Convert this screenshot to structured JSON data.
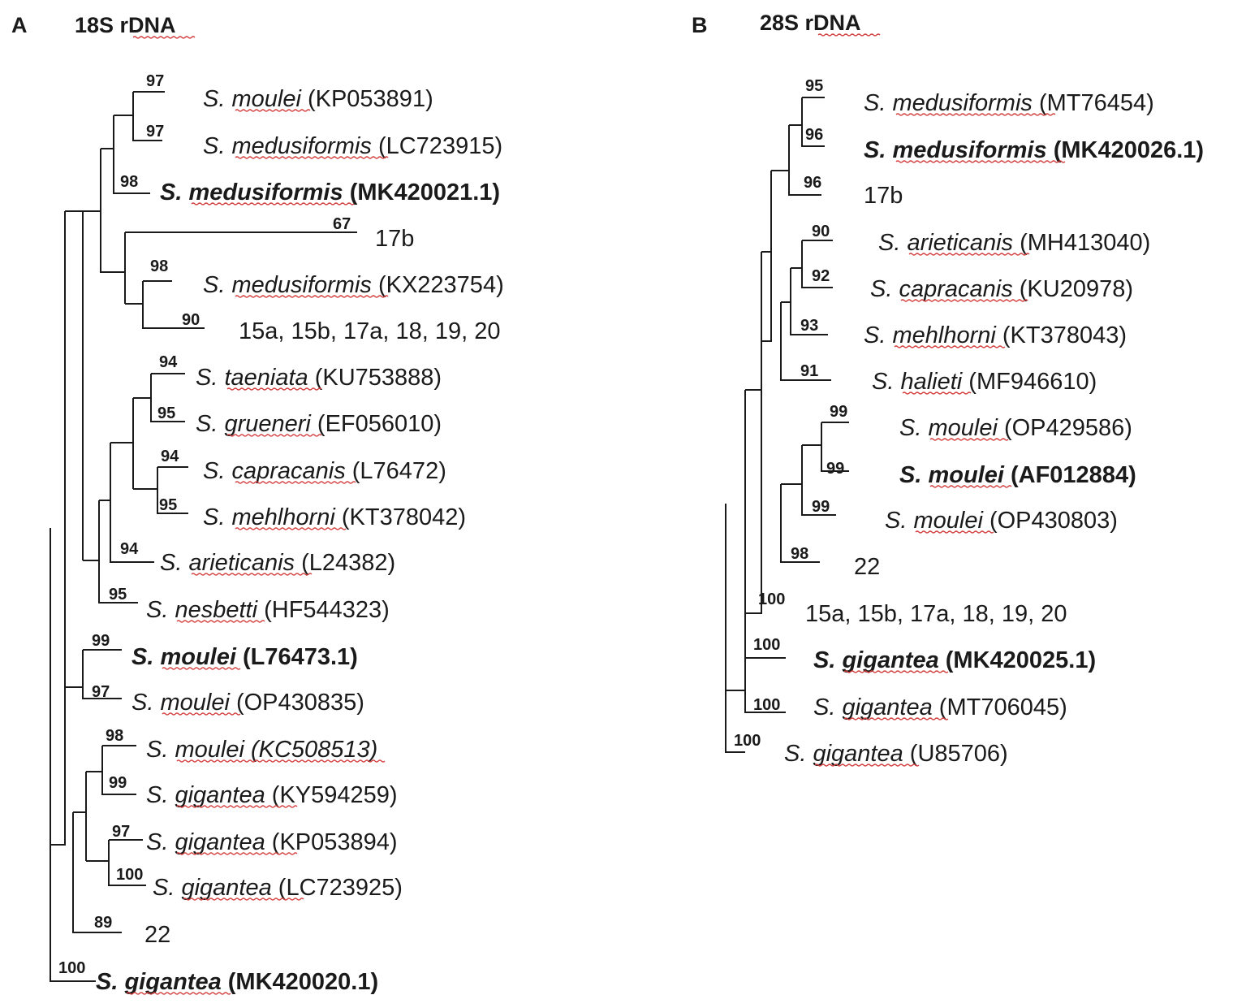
{
  "panels": [
    {
      "letter": "A",
      "title": "18S rDNA",
      "leaves": [
        {
          "species": "S. moulei",
          "accession": "(KP053891)",
          "bold": false
        },
        {
          "species": "S. medusiformis",
          "accession": "(LC723915)",
          "bold": false
        },
        {
          "species": "S. medusiformis",
          "accession": "(MK420021.1)",
          "bold": true
        },
        {
          "species": "",
          "accession": "17b",
          "bold": false
        },
        {
          "species": "S. medusiformis",
          "accession": "(KX223754)",
          "bold": false
        },
        {
          "species": "",
          "accession": "15a, 15b, 17a, 18, 19, 20",
          "bold": false
        },
        {
          "species": "S. taeniata",
          "accession": "(KU753888)",
          "bold": false
        },
        {
          "species": "S. grueneri",
          "accession": "(EF056010)",
          "bold": false
        },
        {
          "species": "S. capracanis",
          "accession": "(L76472)",
          "bold": false
        },
        {
          "species": "S. mehlhorni",
          "accession": "(KT378042)",
          "bold": false
        },
        {
          "species": "S. arieticanis",
          "accession": "(L24382)",
          "bold": false
        },
        {
          "species": "S. nesbetti",
          "accession": "(HF544323)",
          "bold": false
        },
        {
          "species": "S. moulei",
          "accession": "(L76473.1)",
          "bold": true
        },
        {
          "species": "S. moulei",
          "accession": "(OP430835)",
          "bold": false
        },
        {
          "species": "S. moulei",
          "accession": "(KC508513)",
          "bold": false,
          "italic_accession": true
        },
        {
          "species": "S. gigantea",
          "accession": "(KY594259)",
          "bold": false
        },
        {
          "species": "S. gigantea",
          "accession": "(KP053894)",
          "bold": false
        },
        {
          "species": "S. gigantea",
          "accession": "(LC723925)",
          "bold": false
        },
        {
          "species": "",
          "accession": "22",
          "bold": false
        },
        {
          "species": "S. gigantea",
          "accession": "(MK420020.1)",
          "bold": true
        }
      ],
      "bootstrap": [
        "97",
        "97",
        "98",
        "67",
        "98",
        "90",
        "94",
        "95",
        "94",
        "95",
        "94",
        "95",
        "99",
        "97",
        "98",
        "99",
        "97",
        "100",
        "89",
        "100"
      ]
    },
    {
      "letter": "B",
      "title": "28S rDNA",
      "leaves": [
        {
          "species": "S. medusiformis",
          "accession": "(MT76454)",
          "bold": false
        },
        {
          "species": "S. medusiformis",
          "accession": "(MK420026.1)",
          "bold": true
        },
        {
          "species": "",
          "accession": "17b",
          "bold": false
        },
        {
          "species": "S. arieticanis",
          "accession": "(MH413040)",
          "bold": false
        },
        {
          "species": "S. capracanis",
          "accession": "(KU20978)",
          "bold": false
        },
        {
          "species": "S. mehlhorni",
          "accession": "(KT378043)",
          "bold": false
        },
        {
          "species": "S. halieti",
          "accession": "(MF946610)",
          "bold": false
        },
        {
          "species": "S. moulei",
          "accession": "(OP429586)",
          "bold": false
        },
        {
          "species": "S. moulei",
          "accession": "(AF012884)",
          "bold": true
        },
        {
          "species": "S. moulei",
          "accession": "(OP430803)",
          "bold": false
        },
        {
          "species": "",
          "accession": "22",
          "bold": false
        },
        {
          "species": "",
          "accession": "15a, 15b, 17a, 18, 19, 20",
          "bold": false
        },
        {
          "species": "S. gigantea",
          "accession": "(MK420025.1)",
          "bold": true
        },
        {
          "species": "S. gigantea",
          "accession": "(MT706045)",
          "bold": false
        },
        {
          "species": "S. gigantea",
          "accession": "(U85706)",
          "bold": false
        }
      ],
      "bootstrap": [
        "95",
        "96",
        "96",
        "90",
        "92",
        "93",
        "91",
        "99",
        "99",
        "99",
        "98",
        "100",
        "100",
        "100",
        "100"
      ]
    }
  ]
}
